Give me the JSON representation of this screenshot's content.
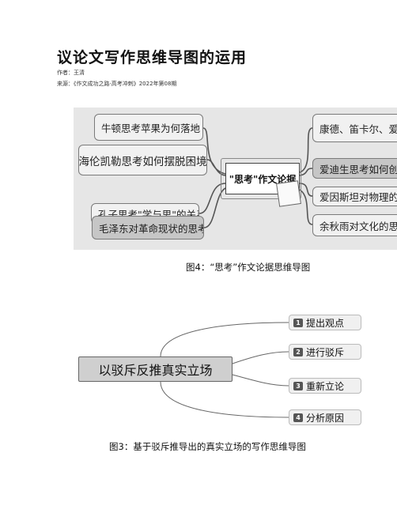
{
  "article": {
    "title": "议论文写作思维导图的运用",
    "author": "作者：王清",
    "source": "来源：《作文成功之路·高考冲刺》2022年第08期"
  },
  "figure4": {
    "center": "\"思考\"作文论据",
    "left_nodes": [
      "牛顿思考苹果为何落地",
      "海伦凯勒思考如何摆脱困境",
      "孔子思考\"学与思\"的关系",
      "毛泽东对革命现状的思考"
    ],
    "right_nodes": [
      "康德、笛卡尔、爱默",
      "爱迪生思考如何创造",
      "爱因斯坦对物理的思",
      "余秋雨对文化的思考"
    ],
    "caption": "图4：“思考”作文论据思维导图"
  },
  "figure3": {
    "center": "以驳斥反推真实立场",
    "branches": [
      {
        "num": "1",
        "label": "提出观点"
      },
      {
        "num": "2",
        "label": "进行驳斥"
      },
      {
        "num": "3",
        "label": "重新立论"
      },
      {
        "num": "4",
        "label": "分析原因"
      }
    ],
    "caption": "图3：基于驳斥推导出的真实立场的写作思维导图"
  }
}
